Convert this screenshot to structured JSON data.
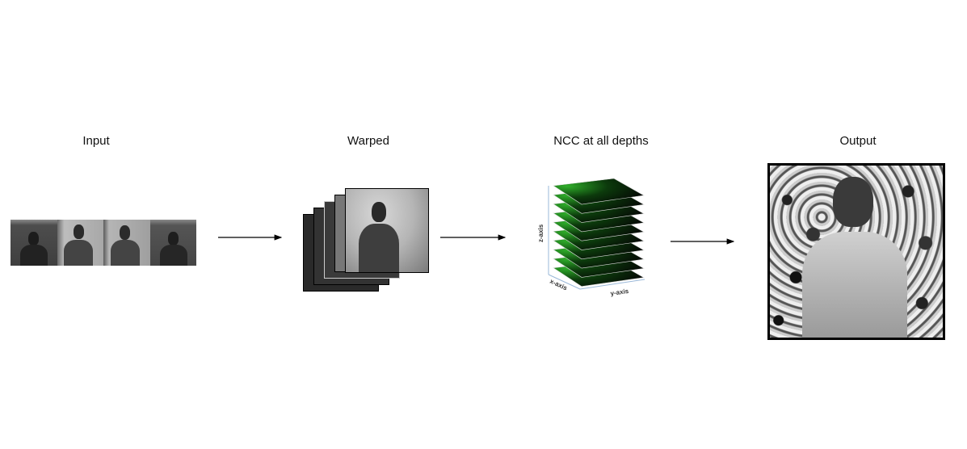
{
  "stages": {
    "input": {
      "label": "Input",
      "frame_count": 4
    },
    "warped": {
      "label": "Warped",
      "frame_count": 5
    },
    "ncc": {
      "label": "NCC at all depths",
      "layer_count": 10,
      "axes": {
        "x": "x-axis",
        "y": "y-axis",
        "z": "z-axis"
      }
    },
    "output": {
      "label": "Output"
    }
  },
  "colors": {
    "ncc_green": "#2fae2a",
    "arrow": "#000000"
  }
}
